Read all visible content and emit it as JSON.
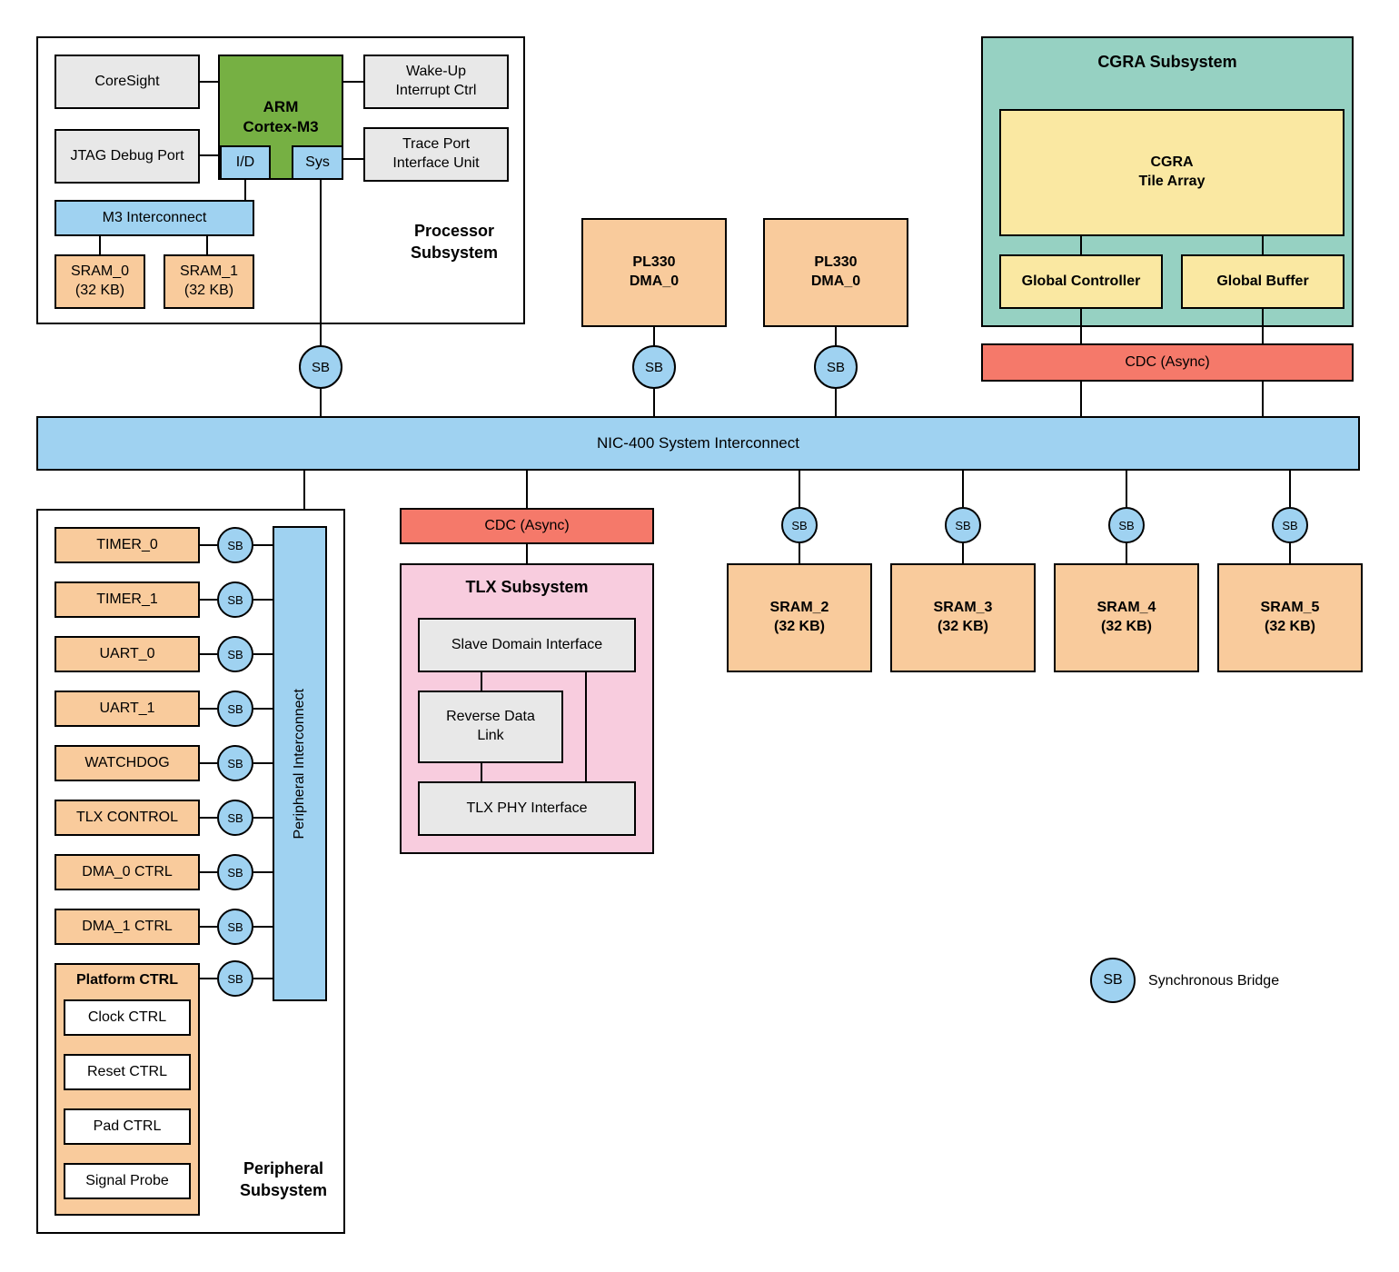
{
  "sb_label": "SB",
  "legend": {
    "label": "Synchronous Bridge"
  },
  "nic": {
    "label": "NIC-400 System Interconnect"
  },
  "processor": {
    "title": "Processor\nSubsystem",
    "coresight": "CoreSight",
    "jtag": "JTAG Debug Port",
    "arm": "ARM\nCortex-M3",
    "port_id": "I/D",
    "port_sys": "Sys",
    "wakeup": "Wake-Up\nInterrupt Ctrl",
    "trace": "Trace Port\nInterface Unit",
    "m3_interconnect": "M3 Interconnect",
    "sram0": "SRAM_0\n(32 KB)",
    "sram1": "SRAM_1\n(32 KB)"
  },
  "dma": {
    "dma0": "PL330\nDMA_0",
    "dma1": "PL330\nDMA_0"
  },
  "cgra": {
    "title": "CGRA Subsystem",
    "tile_array": "CGRA\nTile Array",
    "global_controller": "Global Controller",
    "global_buffer": "Global Buffer",
    "cdc": "CDC (Async)"
  },
  "tlx": {
    "cdc": "CDC (Async)",
    "title": "TLX Subsystem",
    "slave": "Slave Domain Interface",
    "reverse": "Reverse Data\nLink",
    "phy": "TLX PHY Interface"
  },
  "sram": {
    "s2": "SRAM_2\n(32 KB)",
    "s3": "SRAM_3\n(32 KB)",
    "s4": "SRAM_4\n(32 KB)",
    "s5": "SRAM_5\n(32 KB)"
  },
  "peripheral": {
    "title": "Peripheral\nSubsystem",
    "interconnect": "Peripheral Interconnect",
    "items": [
      "TIMER_0",
      "TIMER_1",
      "UART_0",
      "UART_1",
      "WATCHDOG",
      "TLX CONTROL",
      "DMA_0 CTRL",
      "DMA_1 CTRL"
    ],
    "platform_title": "Platform CTRL",
    "platform_items": [
      "Clock CTRL",
      "Reset CTRL",
      "Pad CTRL",
      "Signal Probe"
    ]
  },
  "colors": {
    "orange": "#F9CB9C",
    "blue": "#9FD2F1",
    "green": "#76B043",
    "teal": "#96D1C2",
    "yellow": "#FAE8A2",
    "red": "#F5796A",
    "pink": "#F8CCDE",
    "gray": "#E8E8E8"
  }
}
